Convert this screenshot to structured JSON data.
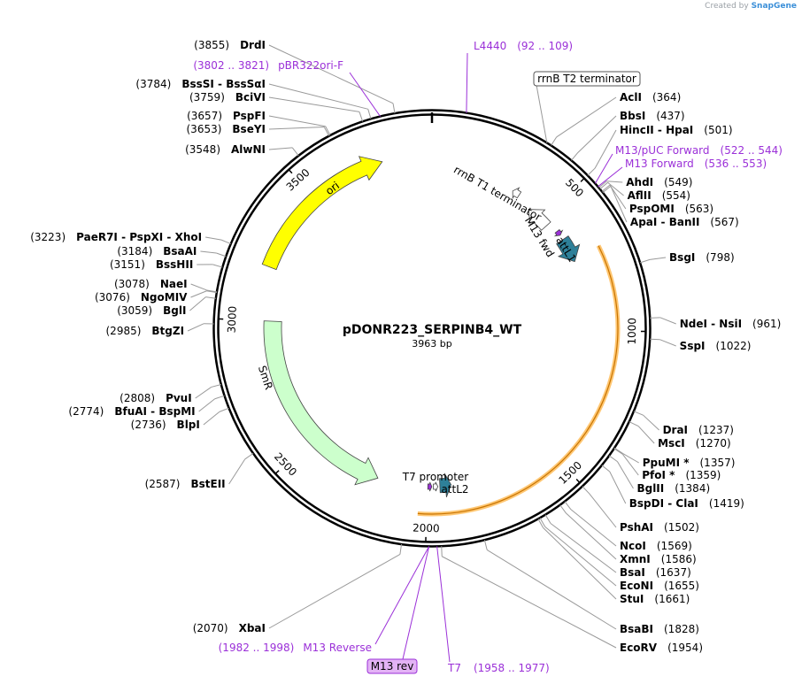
{
  "watermark": {
    "prefix": "Created by",
    "brand": "SnapGene"
  },
  "plasmid": {
    "name": "pDONR223_SERPINB4_WT",
    "size": 3963,
    "size_label": "3963 bp"
  },
  "ticks": [
    500,
    1000,
    1500,
    2000,
    2500,
    3000,
    3500
  ],
  "features": [
    {
      "name": "ori",
      "start": 3200,
      "end": 3780,
      "color": "#ffff00",
      "direction": 1
    },
    {
      "name": "SmR",
      "start": 2200,
      "end": 3000,
      "color": "#ccffcc",
      "direction": -1
    },
    {
      "name": "attL1",
      "start": 615,
      "end": 715,
      "color": "#2e8099",
      "direction": 1
    },
    {
      "name": "attL2",
      "start": 1905,
      "end": 1950,
      "color": "#2e8099",
      "direction": -1
    },
    {
      "name": "M13 fwd",
      "start": 575,
      "end": 595,
      "color": "#9b30d8",
      "direction": 1
    },
    {
      "name": "T7 promoter",
      "start": 1958,
      "end": 1976,
      "color": "#ffffff",
      "direction": -1
    },
    {
      "name": "M13 rev",
      "start": 1982,
      "end": 1998,
      "color": "#9b30d8",
      "direction": -1
    },
    {
      "name": "rrnB T1 terminator",
      "start": 430,
      "end": 530,
      "color": "#ffffff",
      "direction": -1
    },
    {
      "name": "rrnB T2 terminator",
      "start": 335,
      "end": 365,
      "color": "#ffffff",
      "direction": -1
    }
  ],
  "insert_arc": {
    "start": 700,
    "end": 2030,
    "color": "#ff9900"
  },
  "left_labels": [
    {
      "pos": 3855,
      "num": "(3855)",
      "text": "DrdI"
    },
    {
      "pos": 3784,
      "num": "(3784)",
      "text": "BssSI  -  BssSαI"
    },
    {
      "pos": 3759,
      "num": "(3759)",
      "text": "BciVI"
    },
    {
      "pos": 3657,
      "num": "(3657)",
      "text": "PspFI"
    },
    {
      "pos": 3653,
      "num": "(3653)",
      "text": "BseYI"
    },
    {
      "pos": 3548,
      "num": "(3548)",
      "text": "AlwNI"
    },
    {
      "pos": 3223,
      "num": "(3223)",
      "text": "PaeR7I  -  PspXI  -  XhoI"
    },
    {
      "pos": 3184,
      "num": "(3184)",
      "text": "BsaAI"
    },
    {
      "pos": 3151,
      "num": "(3151)",
      "text": "BssHII"
    },
    {
      "pos": 3078,
      "num": "(3078)",
      "text": "NaeI"
    },
    {
      "pos": 3076,
      "num": "(3076)",
      "text": "NgoMIV"
    },
    {
      "pos": 3059,
      "num": "(3059)",
      "text": "BglI"
    },
    {
      "pos": 2985,
      "num": "(2985)",
      "text": "BtgZI"
    },
    {
      "pos": 2808,
      "num": "(2808)",
      "text": "PvuI"
    },
    {
      "pos": 2774,
      "num": "(2774)",
      "text": "BfuAI  -  BspMI"
    },
    {
      "pos": 2736,
      "num": "(2736)",
      "text": "BlpI"
    },
    {
      "pos": 2587,
      "num": "(2587)",
      "text": "BstEII"
    },
    {
      "pos": 2070,
      "num": "(2070)",
      "text": "XbaI"
    }
  ],
  "right_labels": [
    {
      "pos": 364,
      "num": "(364)",
      "text": "AclI"
    },
    {
      "pos": 437,
      "num": "(437)",
      "text": "BbsI"
    },
    {
      "pos": 501,
      "num": "(501)",
      "text": "HincII  -  HpaI"
    },
    {
      "pos": 549,
      "num": "(549)",
      "text": "AhdI"
    },
    {
      "pos": 554,
      "num": "(554)",
      "text": "AflII"
    },
    {
      "pos": 563,
      "num": "(563)",
      "text": "PspOMI"
    },
    {
      "pos": 567,
      "num": "(567)",
      "text": "ApaI  -  BanII"
    },
    {
      "pos": 798,
      "num": "(798)",
      "text": "BsgI"
    },
    {
      "pos": 961,
      "num": "(961)",
      "text": "NdeI  -  NsiI"
    },
    {
      "pos": 1022,
      "num": "(1022)",
      "text": "SspI"
    },
    {
      "pos": 1237,
      "num": "(1237)",
      "text": "DraI"
    },
    {
      "pos": 1270,
      "num": "(1270)",
      "text": "MscI"
    },
    {
      "pos": 1357,
      "num": "(1357)",
      "text": "PpuMI *"
    },
    {
      "pos": 1359,
      "num": "(1359)",
      "text": "PfoI *"
    },
    {
      "pos": 1384,
      "num": "(1384)",
      "text": "BglII"
    },
    {
      "pos": 1419,
      "num": "(1419)",
      "text": "BspDI  -  ClaI"
    },
    {
      "pos": 1502,
      "num": "(1502)",
      "text": "PshAI"
    },
    {
      "pos": 1569,
      "num": "(1569)",
      "text": "NcoI"
    },
    {
      "pos": 1586,
      "num": "(1586)",
      "text": "XmnI"
    },
    {
      "pos": 1637,
      "num": "(1637)",
      "text": "BsaI"
    },
    {
      "pos": 1655,
      "num": "(1655)",
      "text": "EcoNI"
    },
    {
      "pos": 1661,
      "num": "(1661)",
      "text": "StuI"
    },
    {
      "pos": 1828,
      "num": "(1828)",
      "text": "BsaBI"
    },
    {
      "pos": 1954,
      "num": "(1954)",
      "text": "EcoRV"
    }
  ],
  "primer_labels": [
    {
      "pos": 3812,
      "text": "pBR322ori-F",
      "range": "(3802 .. 3821)"
    },
    {
      "pos": 100,
      "text": "L4440",
      "range": "(92 .. 109)"
    },
    {
      "pos": 533,
      "text": "M13/pUC Forward",
      "range": "(522 .. 544)"
    },
    {
      "pos": 545,
      "text": "M13 Forward",
      "range": "(536 .. 553)"
    },
    {
      "pos": 1990,
      "text": "M13 Reverse",
      "range": "(1982 .. 1998)"
    },
    {
      "pos": 1967,
      "text": "T7",
      "range": "(1958 .. 1977)"
    }
  ],
  "boxed_labels": [
    {
      "text": "rrnB T2 terminator",
      "pos": 350
    },
    {
      "text": "M13 rev",
      "pos": 1990
    }
  ]
}
